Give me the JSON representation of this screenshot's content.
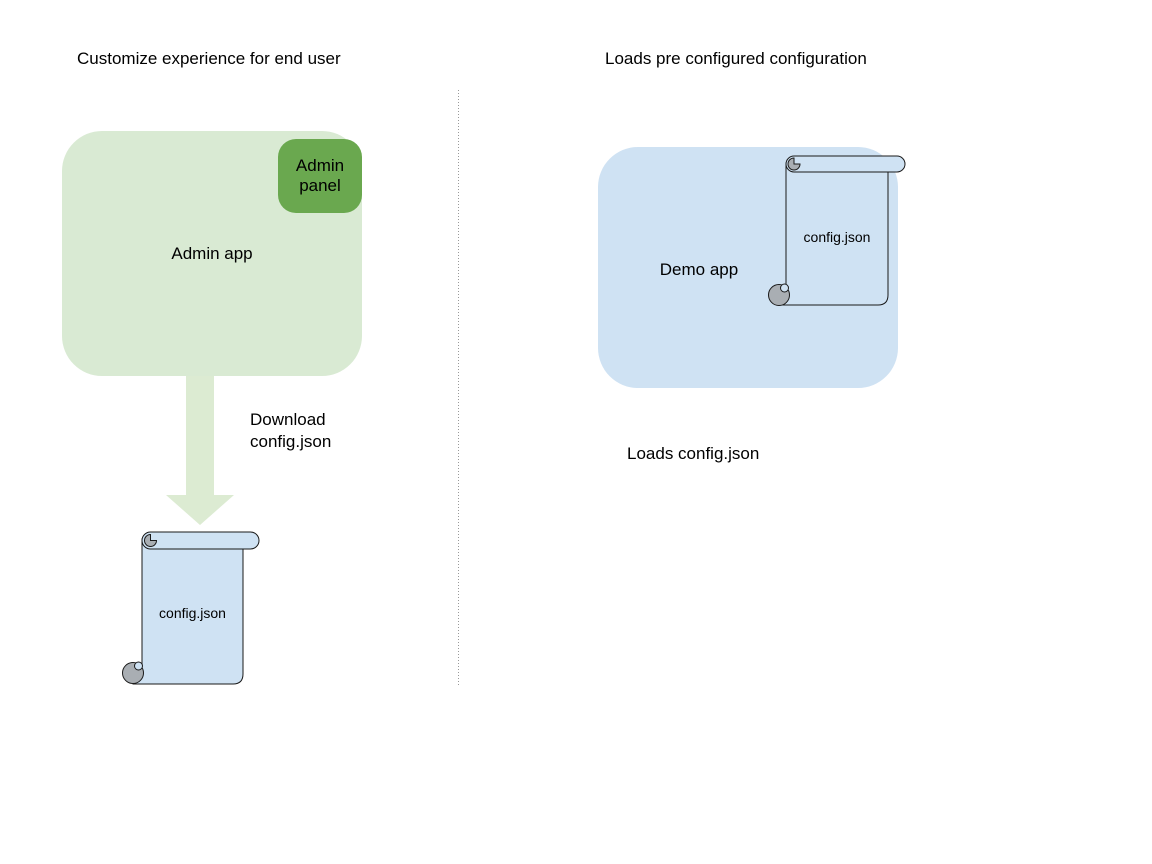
{
  "left": {
    "title": "Customize experience for end user",
    "admin_app_label": "Admin app",
    "admin_panel_label": "Admin\npanel",
    "download_label": "Download\nconfig.json",
    "config_file_label": "config.json"
  },
  "right": {
    "title": "Loads pre configured configuration",
    "demo_app_label": "Demo app",
    "config_file_label": "config.json",
    "loads_label": "Loads config.json"
  },
  "colors": {
    "admin_app_fill": "#d9ead3",
    "admin_panel_fill": "#6aa84f",
    "arrow_fill": "#dcebd2",
    "scroll_fill": "#cfe2f3",
    "demo_app_fill": "#cfe2f3",
    "curl_gray": "#a9aeb3",
    "outline": "#1a1a1a",
    "divider_gray": "#999999",
    "text_color": "#000000"
  }
}
